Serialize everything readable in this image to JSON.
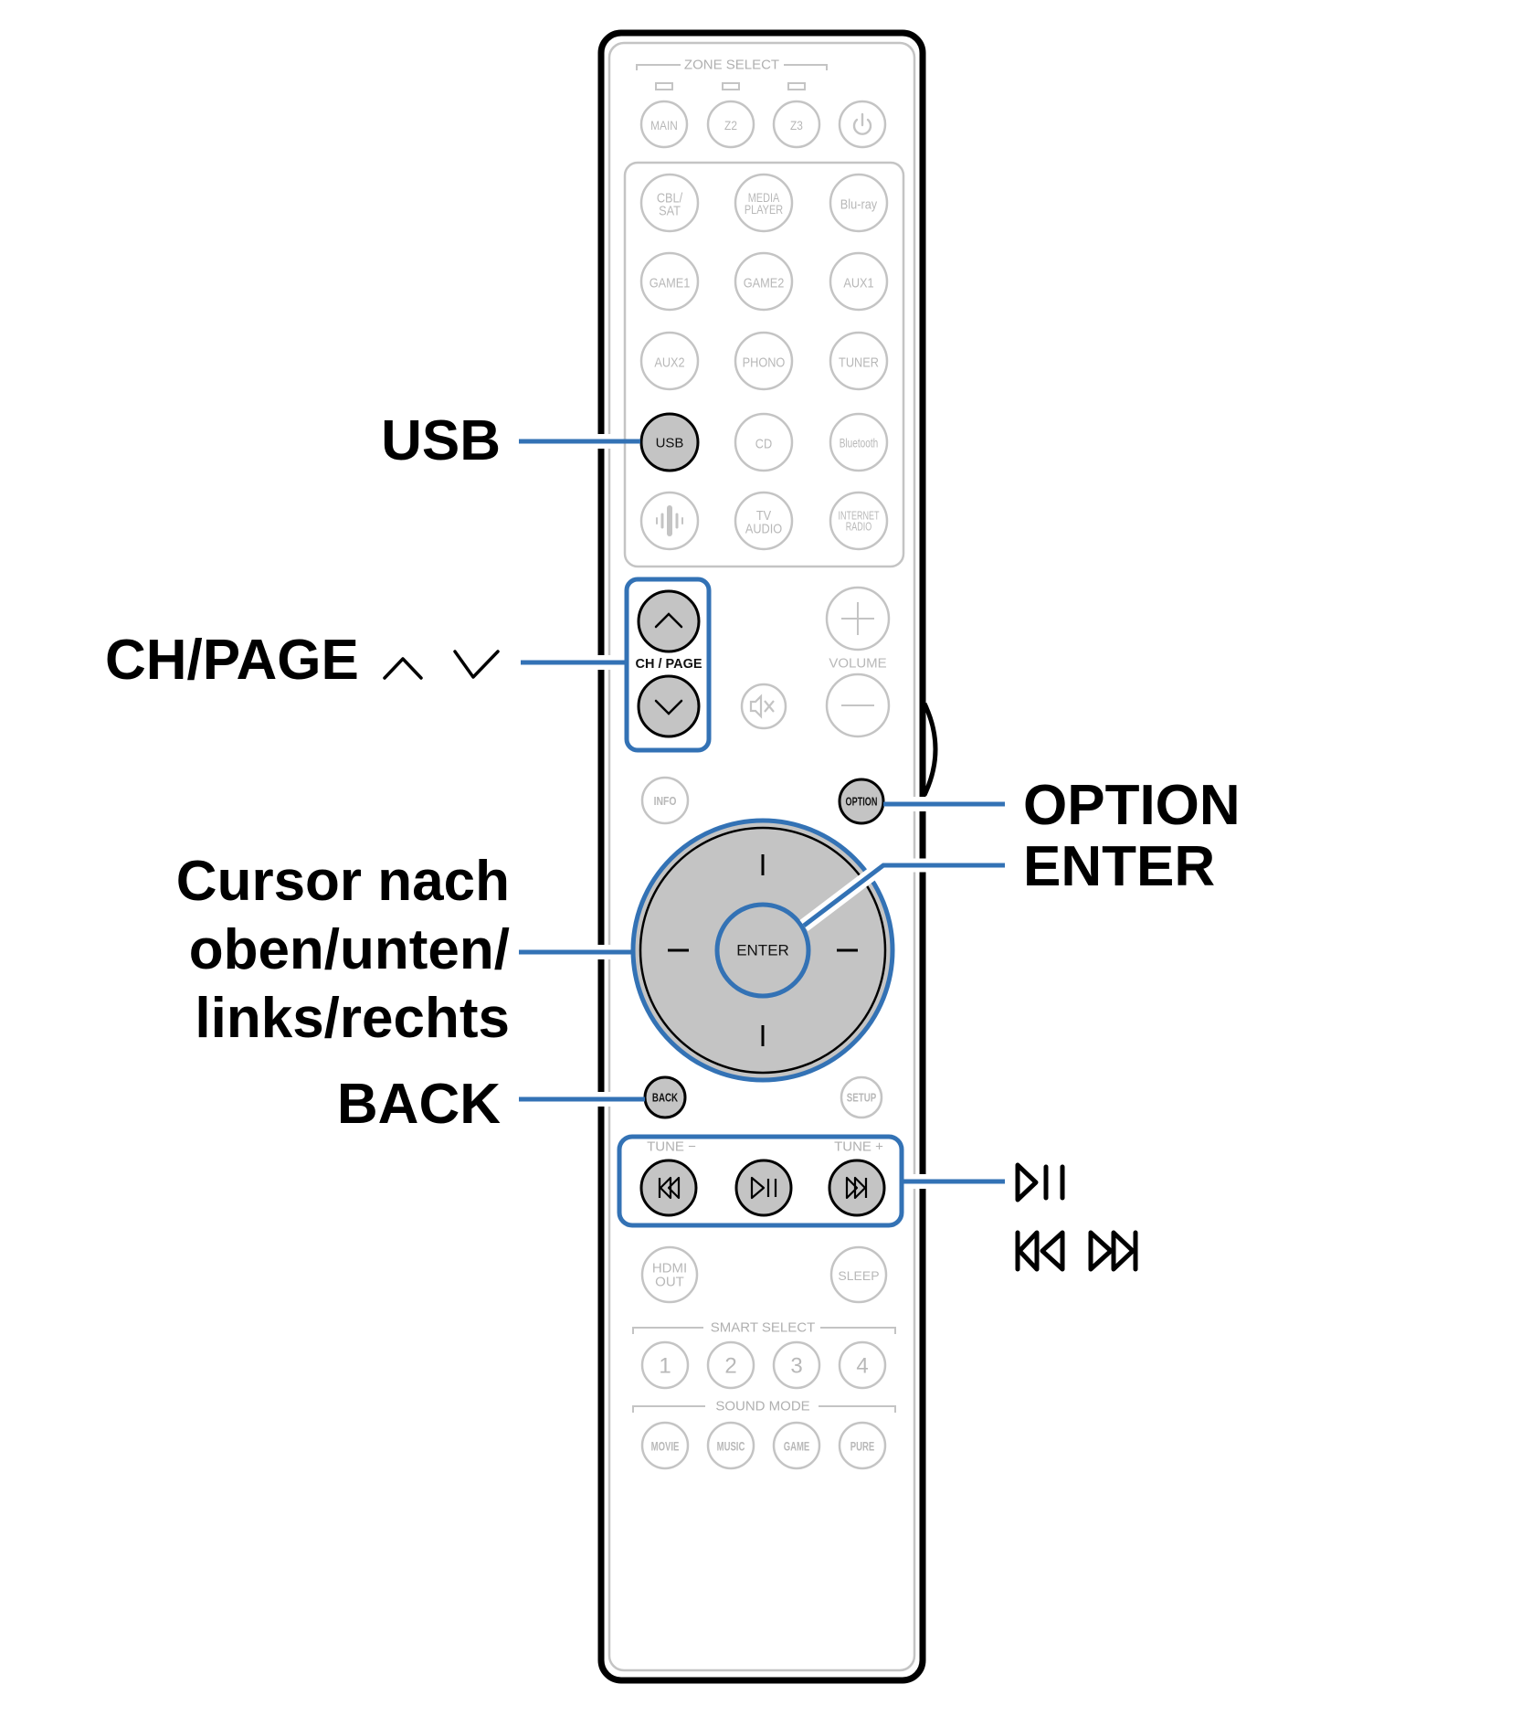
{
  "colors": {
    "highlight": "#3372b5",
    "outline_dim": "#c4c4c4",
    "text_dim": "#b8b8b8",
    "button_fill_highlight": "#c4c4c4",
    "body_border": "#000000"
  },
  "remote": {
    "zone_select": {
      "label": "ZONE SELECT",
      "buttons": [
        {
          "id": "main",
          "label": "MAIN"
        },
        {
          "id": "z2",
          "label": "Z2"
        },
        {
          "id": "z3",
          "label": "Z3"
        },
        {
          "id": "power",
          "label": "",
          "icon": "power-icon"
        }
      ]
    },
    "sources": [
      [
        {
          "id": "cbl-sat",
          "lines": [
            "CBL/",
            "SAT"
          ]
        },
        {
          "id": "media-player",
          "lines": [
            "MEDIA",
            "PLAYER"
          ]
        },
        {
          "id": "blu-ray",
          "lines": [
            "Blu-ray"
          ]
        }
      ],
      [
        {
          "id": "game1",
          "lines": [
            "GAME1"
          ]
        },
        {
          "id": "game2",
          "lines": [
            "GAME2"
          ]
        },
        {
          "id": "aux1",
          "lines": [
            "AUX1"
          ]
        }
      ],
      [
        {
          "id": "aux2",
          "lines": [
            "AUX2"
          ]
        },
        {
          "id": "phono",
          "lines": [
            "PHONO"
          ]
        },
        {
          "id": "tuner",
          "lines": [
            "TUNER"
          ]
        }
      ],
      [
        {
          "id": "usb",
          "lines": [
            "USB"
          ],
          "highlight": true
        },
        {
          "id": "cd",
          "lines": [
            "CD"
          ]
        },
        {
          "id": "bluetooth",
          "lines": [
            "Bluetooth"
          ]
        }
      ],
      [
        {
          "id": "heos",
          "lines": [],
          "icon": "heos-icon"
        },
        {
          "id": "tv-audio",
          "lines": [
            "TV",
            "AUDIO"
          ]
        },
        {
          "id": "internet-radio",
          "lines": [
            "INTERNET",
            "RADIO"
          ]
        }
      ]
    ],
    "ch_page_label": "CH / PAGE",
    "volume_label": "VOLUME",
    "info_label": "INFO",
    "option_label": "OPTION",
    "enter_label": "ENTER",
    "back_label": "BACK",
    "setup_label": "SETUP",
    "tune_minus_label": "TUNE −",
    "tune_plus_label": "TUNE +",
    "hdmi_out_lines": [
      "HDMI",
      "OUT"
    ],
    "sleep_label": "SLEEP",
    "smart_select": {
      "label": "SMART SELECT",
      "buttons": [
        "1",
        "2",
        "3",
        "4"
      ]
    },
    "sound_mode": {
      "label": "SOUND MODE",
      "buttons": [
        "MOVIE",
        "MUSIC",
        "GAME",
        "PURE"
      ]
    }
  },
  "callouts": {
    "usb": "USB",
    "ch_page": "CH/PAGE",
    "cursor": [
      "Cursor nach",
      "oben/unten/",
      "links/rechts"
    ],
    "back": "BACK",
    "option": "OPTION",
    "enter": "ENTER"
  }
}
